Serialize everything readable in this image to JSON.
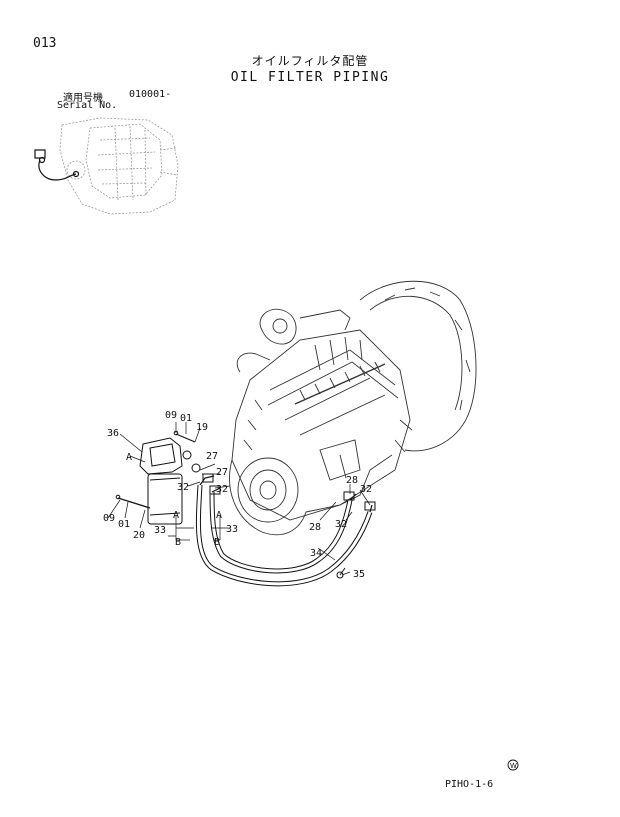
{
  "page_number": "013",
  "title_jp": "オイルフィルタ配管",
  "title_en": "OIL FILTER PIPING",
  "serial_label_jp": "適用号機",
  "serial_value": "010001-",
  "serial_label_en": "Serial No.",
  "doc_code": "PIHO-1-6",
  "stamp_glyph": "W",
  "callouts": {
    "c09a": "09",
    "c01a": "01",
    "c19": "19",
    "c36": "36",
    "cA1": "A",
    "c27a": "27",
    "c27b": "27",
    "c32a": "32",
    "c32b": "32",
    "c28a": "28",
    "c32c": "32",
    "c09b": "09",
    "c01b": "01",
    "c20": "20",
    "cA2": "A",
    "cA3": "A",
    "c33a": "33",
    "c33b": "33",
    "cB1": "B",
    "cB2": "B",
    "c28b": "28",
    "c32d": "32",
    "c34": "34",
    "c35": "35"
  }
}
